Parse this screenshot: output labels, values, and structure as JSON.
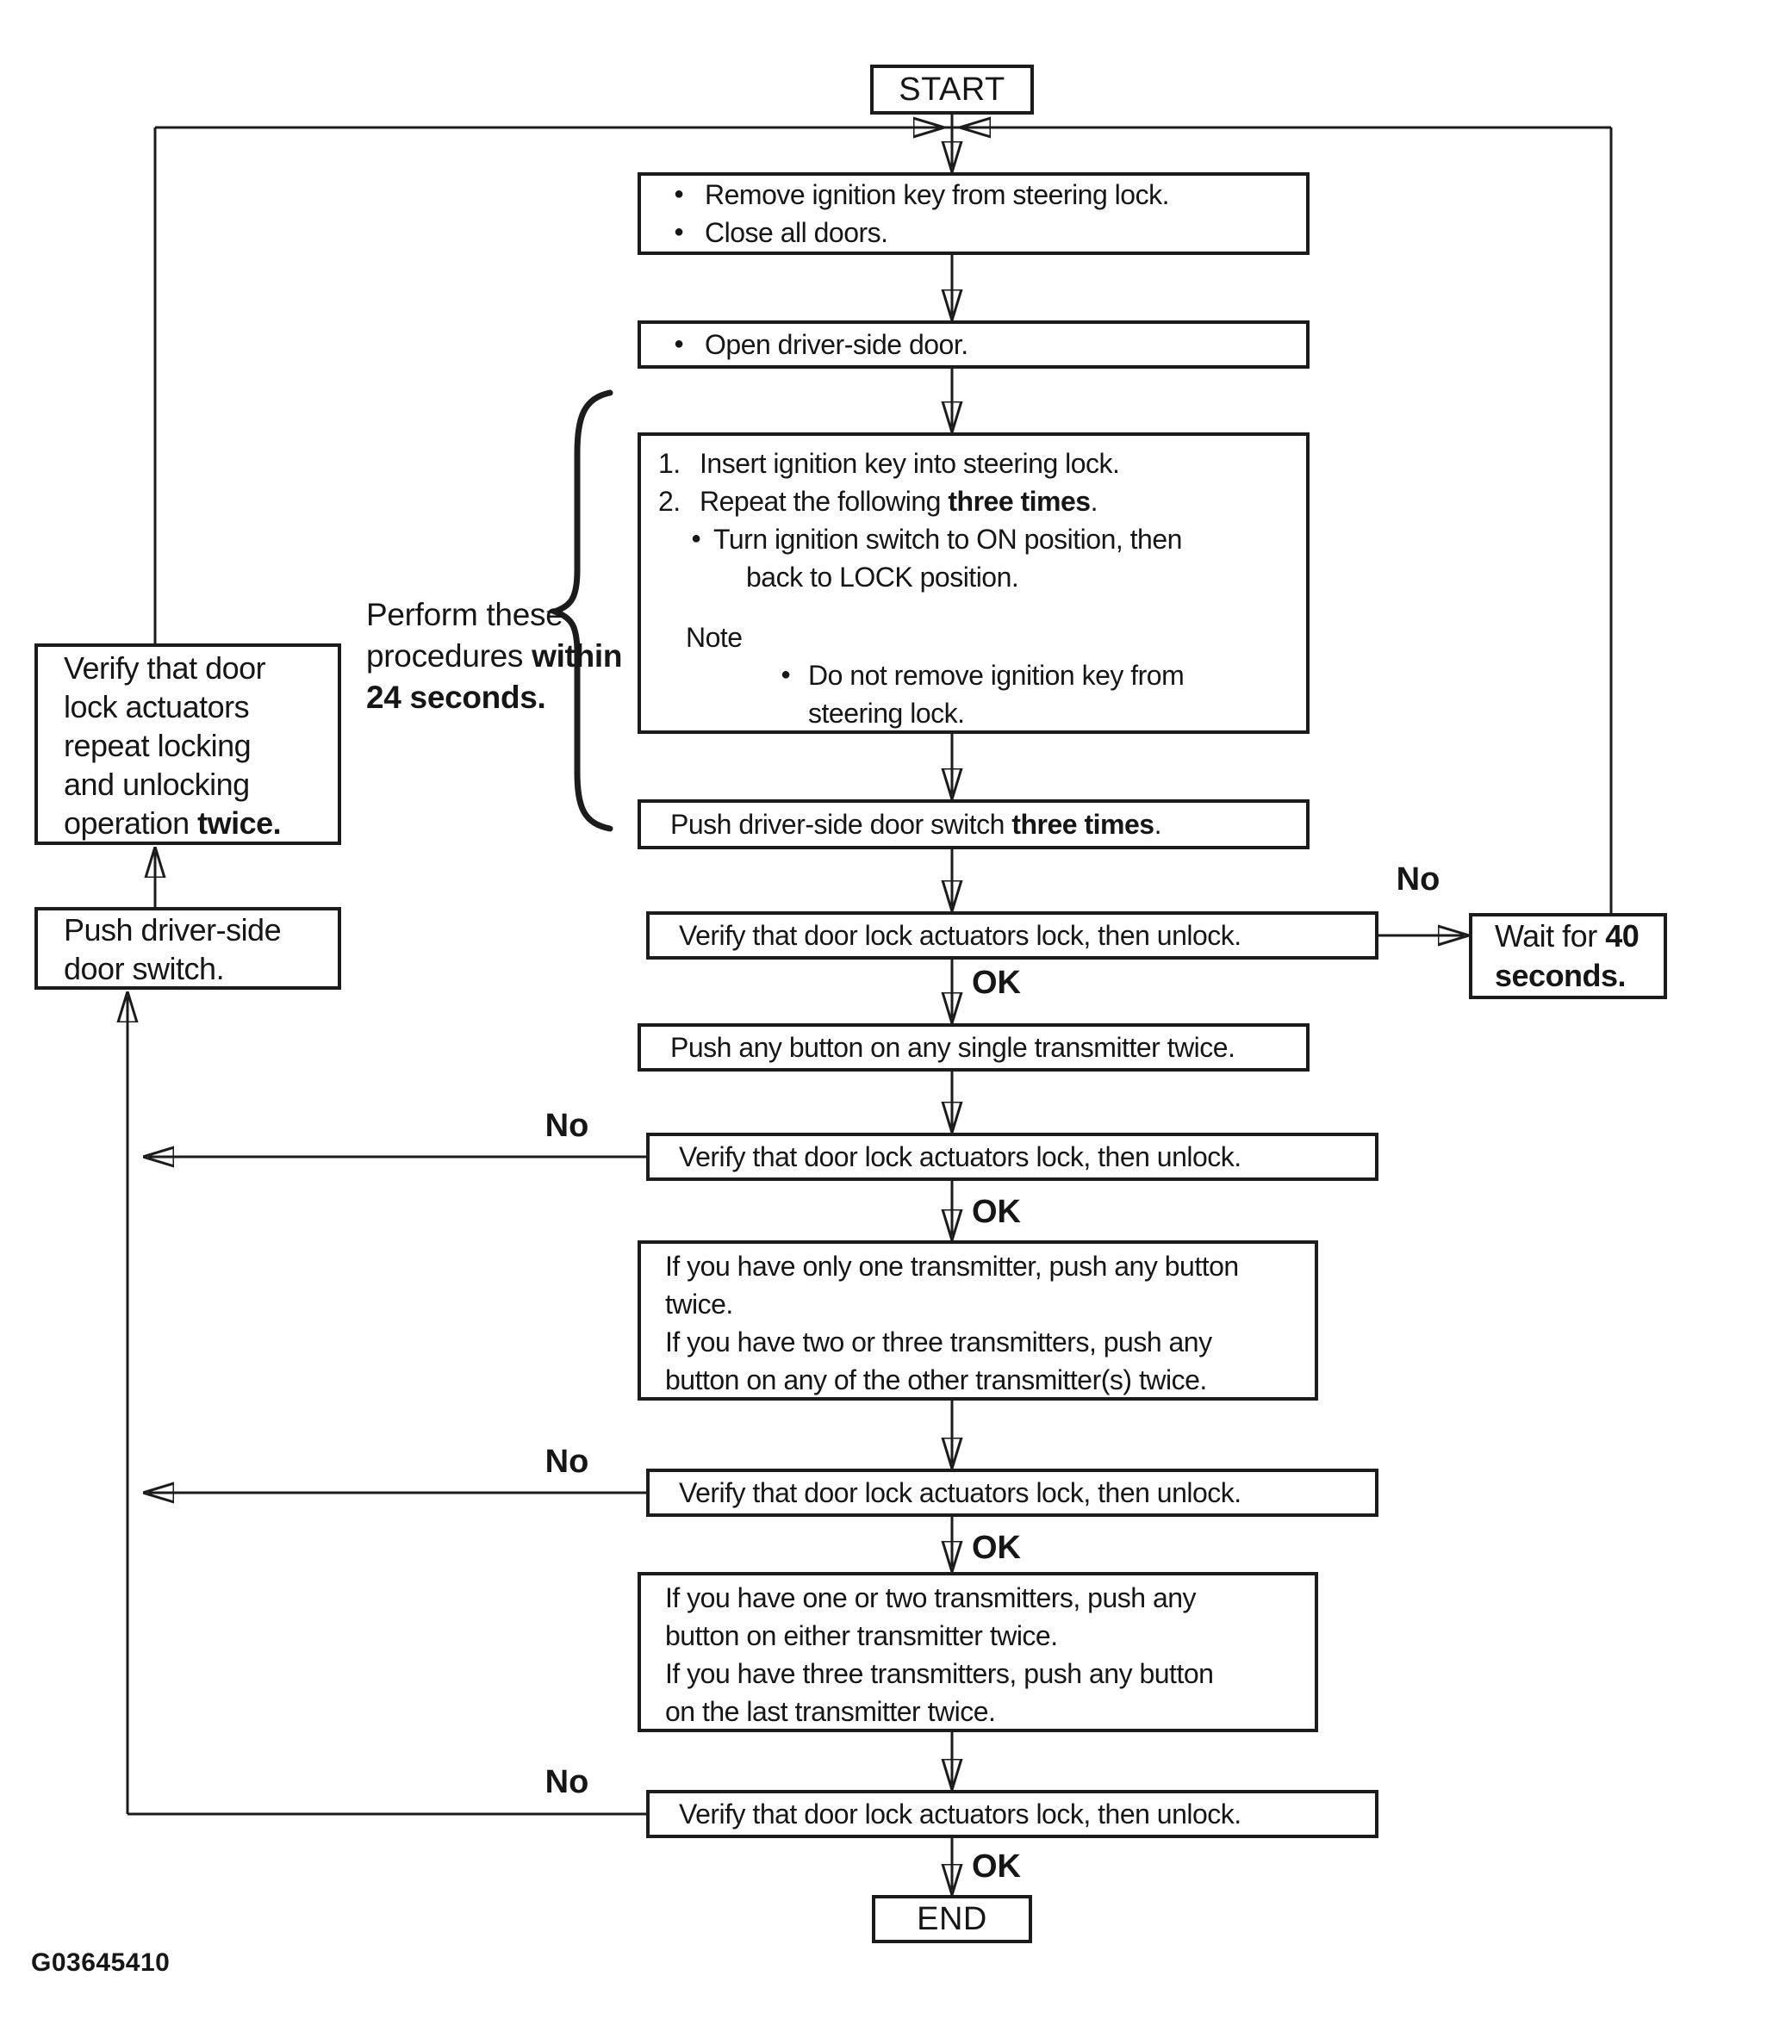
{
  "figure": {
    "id_label": "G03645410",
    "bullet": "●",
    "colors": {
      "ink": "#1c1c1c",
      "background": "#ffffff"
    }
  },
  "flowchart": {
    "start_label": "START",
    "end_label": "END",
    "no_label": "No",
    "ok_label": "OK",
    "side_note_lines": [
      [
        {
          "text": "Perform these"
        }
      ],
      [
        {
          "text": "procedures "
        },
        {
          "text": "within",
          "bold": true
        }
      ],
      [
        {
          "text": "24 seconds.",
          "bold": true
        }
      ]
    ],
    "left_column": {
      "verify_repeat_box_lines": [
        [
          {
            "text": "Verify that door"
          }
        ],
        [
          {
            "text": "lock actuators"
          }
        ],
        [
          {
            "text": "repeat locking"
          }
        ],
        [
          {
            "text": "and unlocking"
          }
        ],
        [
          {
            "text": "operation "
          },
          {
            "text": "twice.",
            "bold": true
          }
        ]
      ],
      "push_door_switch_box_lines": [
        [
          {
            "text": "Push driver-side"
          }
        ],
        [
          {
            "text": "door switch."
          }
        ]
      ]
    },
    "main_column": {
      "prepare_box_bullets": [
        "Remove ignition key from steering lock.",
        "Close all doors."
      ],
      "open_door_box_bullets": [
        "Open driver-side door."
      ],
      "key_cycle_box": {
        "step1_num": "1.",
        "step1_text": "Insert ignition key into steering lock.",
        "step2_num": "2.",
        "step2_segments": [
          {
            "text": "Repeat the following "
          },
          {
            "text": "three times",
            "bold": true
          },
          {
            "text": "."
          }
        ],
        "step2_bullet_lines": [
          "Turn ignition switch to ON position, then",
          "back to LOCK position."
        ],
        "note_title": "Note",
        "note_bullet_lines": [
          "Do not remove ignition key from",
          "steering lock."
        ]
      },
      "push_switch_three_times_segments": [
        {
          "text": "Push driver-side door switch "
        },
        {
          "text": "three times",
          "bold": true
        },
        {
          "text": "."
        }
      ],
      "verify_lock_unlock_text": "Verify that door lock actuators lock, then unlock.",
      "wait_box_lines": [
        [
          {
            "text": "Wait for "
          },
          {
            "text": "40",
            "bold": true
          }
        ],
        [
          {
            "text": "seconds.",
            "bold": true
          }
        ]
      ],
      "push_any_button_text": "Push any button on any single transmitter twice.",
      "second_transmitter_box_lines": [
        "If you have only one transmitter, push any button",
        "twice.",
        "If you have two or three transmitters, push any",
        "button on any of the other transmitter(s) twice."
      ],
      "third_transmitter_box_lines": [
        "If you have one or two transmitters, push any",
        "button on either transmitter twice.",
        "If you have three transmitters, push any button",
        "on the last transmitter twice."
      ]
    }
  }
}
